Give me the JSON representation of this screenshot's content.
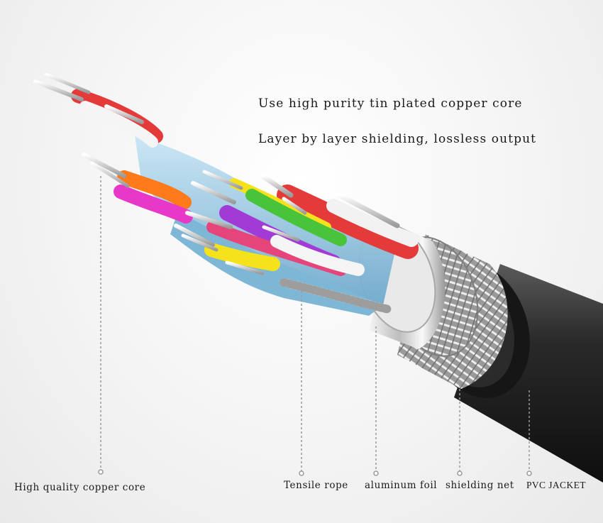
{
  "headlines": {
    "line1": "Use high purity tin plated copper core",
    "line2": "Layer by layer shielding, lossless output"
  },
  "callouts": {
    "copper_core": "High quality copper core",
    "tensile_rope": "Tensile rope",
    "aluminum_foil": "aluminum foil",
    "shielding_net": "shielding net",
    "pvc_jacket": "PVC JACKET"
  },
  "colors": {
    "jacket": "#1c1c1c",
    "foil": "#d9d9d9",
    "braid": "#b8b8b8",
    "inner_shield": "#8ec3e0",
    "wire_red": "#e53a3a",
    "wire_orange": "#ff7a1a",
    "wire_magenta": "#e838c8",
    "wire_purple": "#a23bd6",
    "wire_yellow": "#f6e21b",
    "wire_green": "#49c43a",
    "wire_white": "#f5f5f5",
    "callout_line": "#9a9a9a"
  }
}
